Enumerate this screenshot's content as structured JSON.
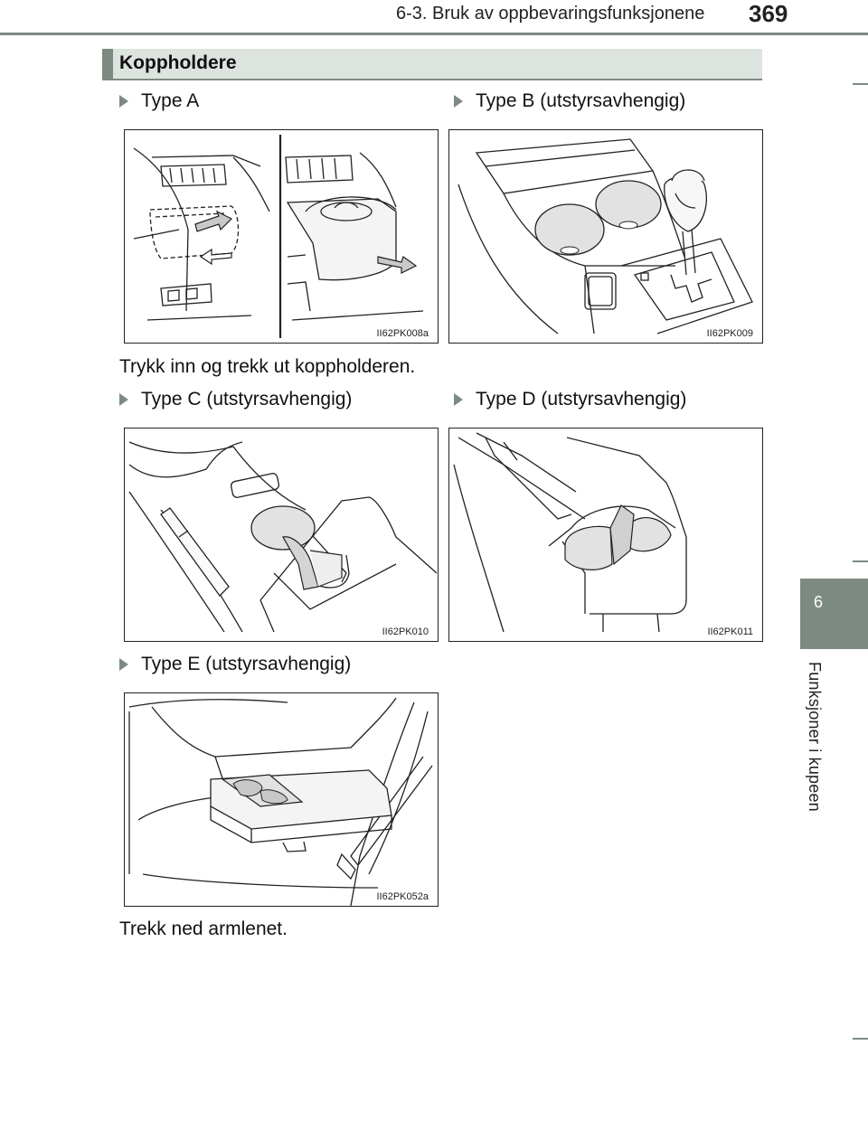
{
  "header": {
    "title": "6-3. Bruk av oppbevaringsfunksjonene",
    "page_number": "369"
  },
  "chapter_tab": {
    "number": "6",
    "label": "Funksjoner i kupeen"
  },
  "section": {
    "title": "Koppholdere"
  },
  "types": [
    {
      "label": "Type A",
      "figure_code": "II62PK008a"
    },
    {
      "label": "Type B (utstyrsavhengig)",
      "figure_code": "II62PK009"
    },
    {
      "label": "Type C (utstyrsavhengig)",
      "figure_code": "II62PK010"
    },
    {
      "label": "Type D (utstyrsavhengig)",
      "figure_code": "II62PK011"
    },
    {
      "label": "Type E (utstyrsavhengig)",
      "figure_code": "II62PK052a"
    }
  ],
  "captions": {
    "type_a": "Trykk inn og trekk ut koppholderen.",
    "type_e": "Trekk ned armlenet."
  },
  "colors": {
    "accent": "#7d8a82",
    "section_bg": "#dde3de",
    "cup_fill": "#e2e2e2",
    "arrow_fill": "#c9c9c9"
  }
}
